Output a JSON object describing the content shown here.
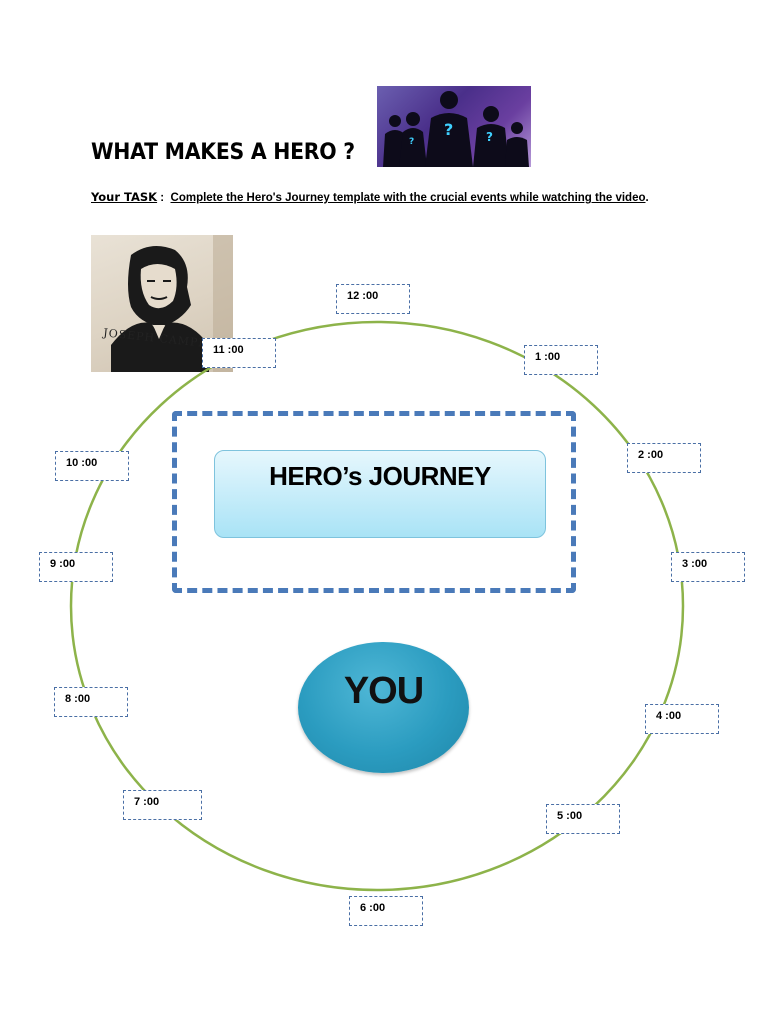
{
  "title": "WHAT MAKES A HERO ?",
  "task": {
    "label": "Your TASK",
    "separator": " :  ",
    "text": "Complete the  Hero's  Journey template  with the crucial events while watching the video",
    "end": "."
  },
  "photo": {
    "caption": "JOSEPH CAMPBELL"
  },
  "journey_title": "HERO’s JOURNEY",
  "center_label": "YOU",
  "clock_labels": {
    "c12": "12 :00",
    "c1": "1 :00",
    "c2": "2 :00",
    "c3": "3 :00",
    "c4": "4 :00",
    "c5": "5 :00",
    "c6": "6 :00",
    "c7": "7 :00",
    "c8": "8 :00",
    "c9": "9 :00",
    "c10": "10 :00",
    "c11": "11 :00"
  },
  "colors": {
    "ring": "#8db34a",
    "frame": "#4a7ab9",
    "journey_box": "#a9e3f6",
    "you_circle": "#2b9cc0"
  }
}
